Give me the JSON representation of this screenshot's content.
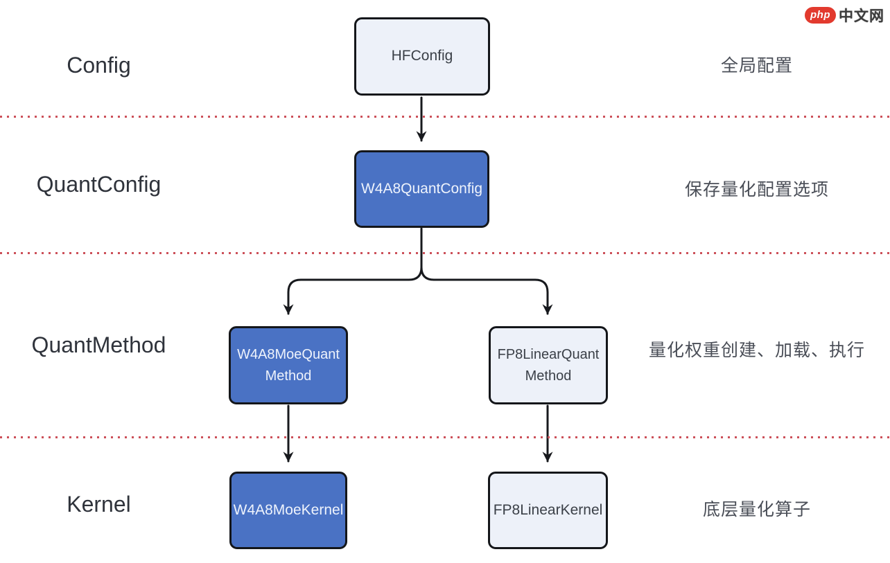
{
  "logo": {
    "brand": "php",
    "suffix": "中文网"
  },
  "colors": {
    "background": "#ffffff",
    "blue_fill": "#4a72c4",
    "light_fill": "#edf1f9",
    "node_border": "#14161a",
    "divider_dots": "#cc5059",
    "row_label_text": "#2f333b",
    "description_text": "#4a4e57",
    "blue_node_text": "#eef3fc",
    "light_node_text": "#3b4048",
    "edge_stroke": "#17191d",
    "logo_red": "#e23a2e"
  },
  "rows": [
    {
      "label": "Config",
      "description": "全局配置"
    },
    {
      "label": "QuantConfig",
      "description": "保存量化配置选项"
    },
    {
      "label": "QuantMethod",
      "description": "量化权重创建、加载、执行"
    },
    {
      "label": "Kernel",
      "description": "底层量化算子"
    }
  ],
  "nodes": {
    "hfconfig": {
      "label": "HFConfig",
      "variant": "light"
    },
    "w4a8quantconfig": {
      "label": "W4A8QuantConfig",
      "variant": "blue"
    },
    "w4a8moequantmethod": {
      "line1": "W4A8MoeQuant",
      "line2": "Method",
      "variant": "blue"
    },
    "fp8linearquantmethod": {
      "line1": "FP8LinearQuant",
      "line2": "Method",
      "variant": "light"
    },
    "w4a8moekernel": {
      "label": "W4A8MoeKernel",
      "variant": "blue"
    },
    "fp8linearkernel": {
      "label": "FP8LinearKernel",
      "variant": "light"
    }
  },
  "edges": [
    {
      "from": "HFConfig",
      "to": "W4A8QuantConfig"
    },
    {
      "from": "W4A8QuantConfig",
      "to": "W4A8MoeQuantMethod"
    },
    {
      "from": "W4A8QuantConfig",
      "to": "FP8LinearQuantMethod"
    },
    {
      "from": "W4A8MoeQuantMethod",
      "to": "W4A8MoeKernel"
    },
    {
      "from": "FP8LinearQuantMethod",
      "to": "FP8LinearKernel"
    }
  ]
}
